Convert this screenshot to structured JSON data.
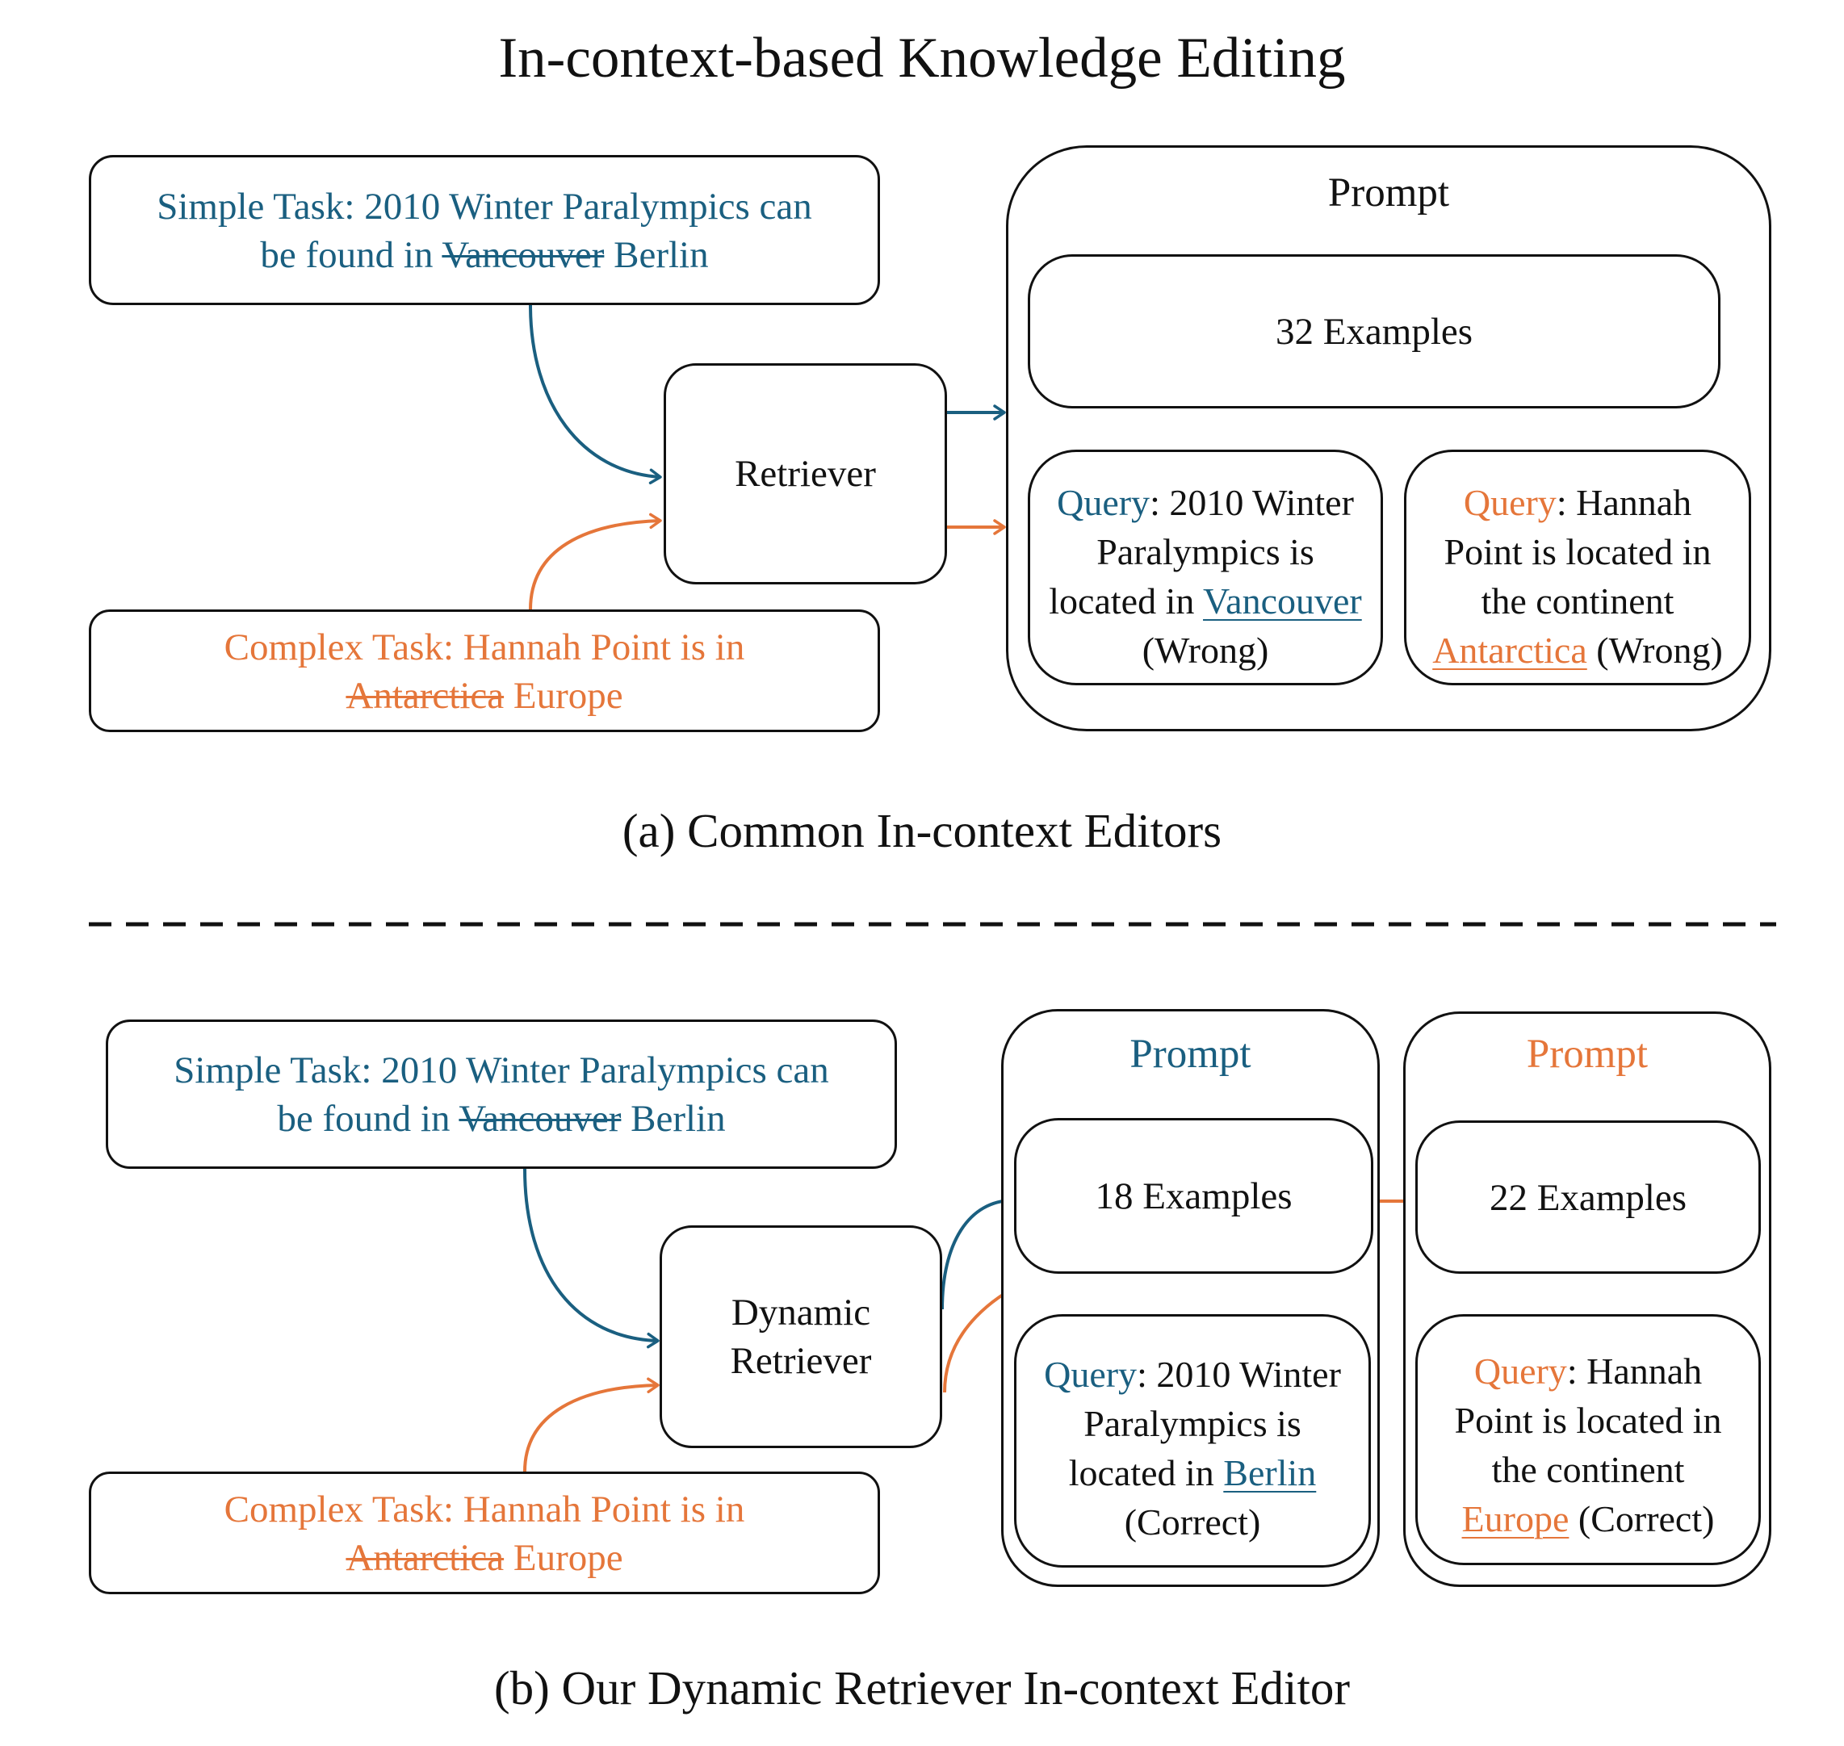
{
  "title": "In-context-based Knowledge Editing",
  "colors": {
    "simple": "#1a5f80",
    "complex": "#e5763a",
    "ink": "#111111"
  },
  "panel_a": {
    "caption": "(a) Common In-context Editors",
    "simple_task": {
      "prefix": "Simple Task: 2010 Winter Paralympics can",
      "line2_prefix": "be found in",
      "old_answer": "Vancouver",
      "new_answer": "Berlin"
    },
    "complex_task": {
      "prefix": "Complex Task: Hannah Point is in",
      "old_answer": "Antarctica",
      "new_answer": "Europe"
    },
    "retriever": "Retriever",
    "prompt": {
      "label": "Prompt",
      "examples": "32 Examples",
      "query_simple": {
        "keyword": "Query",
        "line1": ": 2010 Winter",
        "line2": "Paralympics is",
        "line3_prefix": "located in",
        "answer": "Vancouver",
        "verdict": "(Wrong)"
      },
      "query_complex": {
        "keyword": "Query",
        "line1": ": Hannah",
        "line2": "Point is located in",
        "line3": "the continent",
        "answer": "Antarctica",
        "verdict": "(Wrong)"
      }
    }
  },
  "panel_b": {
    "caption": "(b) Our Dynamic Retriever In-context Editor",
    "simple_task": {
      "prefix": "Simple Task: 2010 Winter Paralympics can",
      "line2_prefix": "be found in",
      "old_answer": "Vancouver",
      "new_answer": "Berlin"
    },
    "complex_task": {
      "prefix": "Complex Task: Hannah Point is in",
      "old_answer": "Antarctica",
      "new_answer": "Europe"
    },
    "retriever": {
      "line1": "Dynamic",
      "line2": "Retriever"
    },
    "prompt_simple": {
      "label": "Prompt",
      "examples": "18 Examples",
      "query": {
        "keyword": "Query",
        "line1": ": 2010 Winter",
        "line2": "Paralympics is",
        "line3_prefix": "located in",
        "answer": "Berlin",
        "verdict": "(Correct)"
      }
    },
    "prompt_complex": {
      "label": "Prompt",
      "examples": "22 Examples",
      "query": {
        "keyword": "Query",
        "line1": ": Hannah",
        "line2": "Point is located in",
        "line3": "the continent",
        "answer": "Europe",
        "verdict": "(Correct)"
      }
    }
  }
}
